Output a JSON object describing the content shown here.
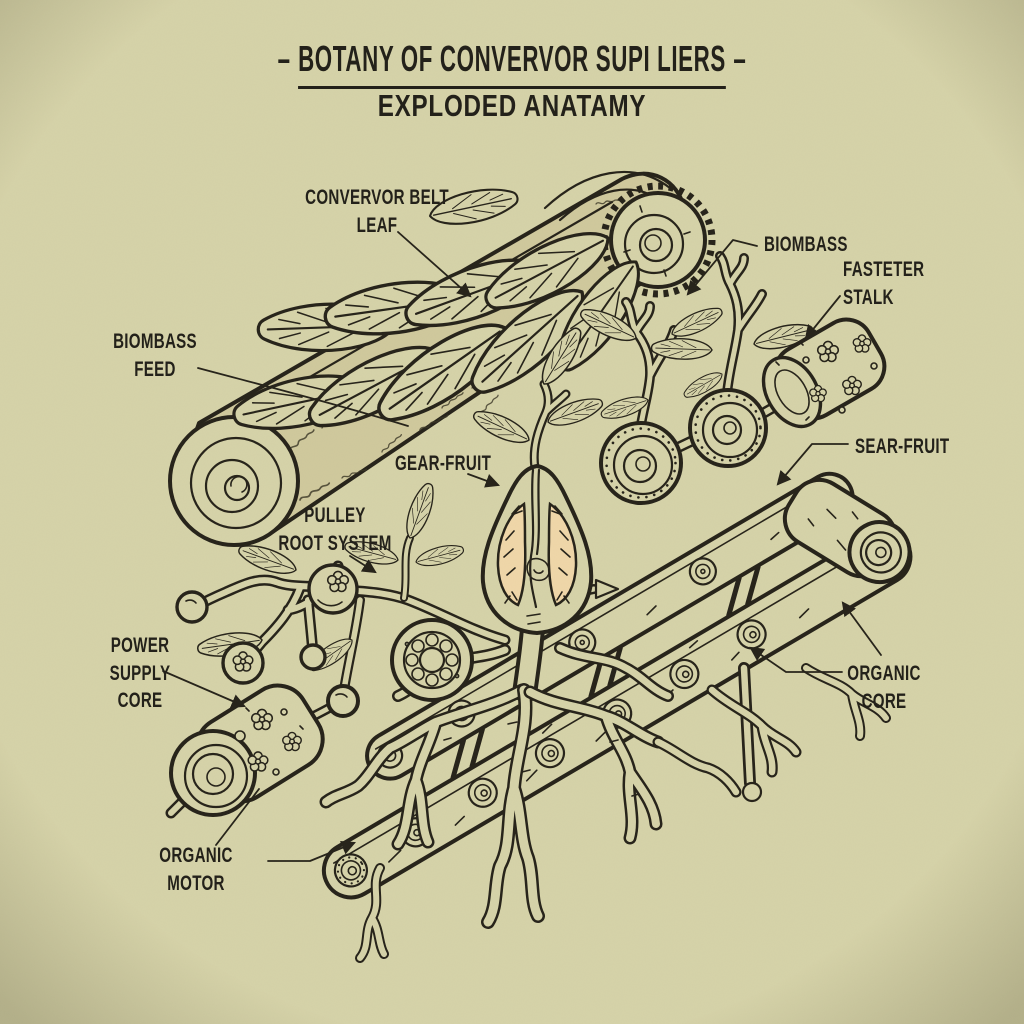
{
  "title": {
    "dash_left": "–",
    "main": "BOTANY OF CONVERVOR SUPI LIERS",
    "dash_right": "–",
    "subtitle": "EXPLODED ANATAMY"
  },
  "labels": {
    "convervor_belt_leaf": "CONVERVOR BELT\nLEAF",
    "biombass": "BIOMBASS",
    "fasteter_stalk": "FASTETER\nSTALK",
    "sear_fruit": "SEAR-FRUIT",
    "biombass_feed": "BIOMBASS\nFEED",
    "gear_fruit": "GEAR-FRUIT",
    "pulley_root_system": "PULLEY\nROOT SYSTEM",
    "power_supply_core": "POWER\nSUPPLY\nCORE",
    "organic_core": "ORGANIC\nCORE",
    "organic_motor": "ORGANIC\nMOTOR"
  },
  "colors": {
    "background": "#d6d3a9",
    "ink": "#26231a",
    "fruit_flesh": "#f0d7a9"
  }
}
